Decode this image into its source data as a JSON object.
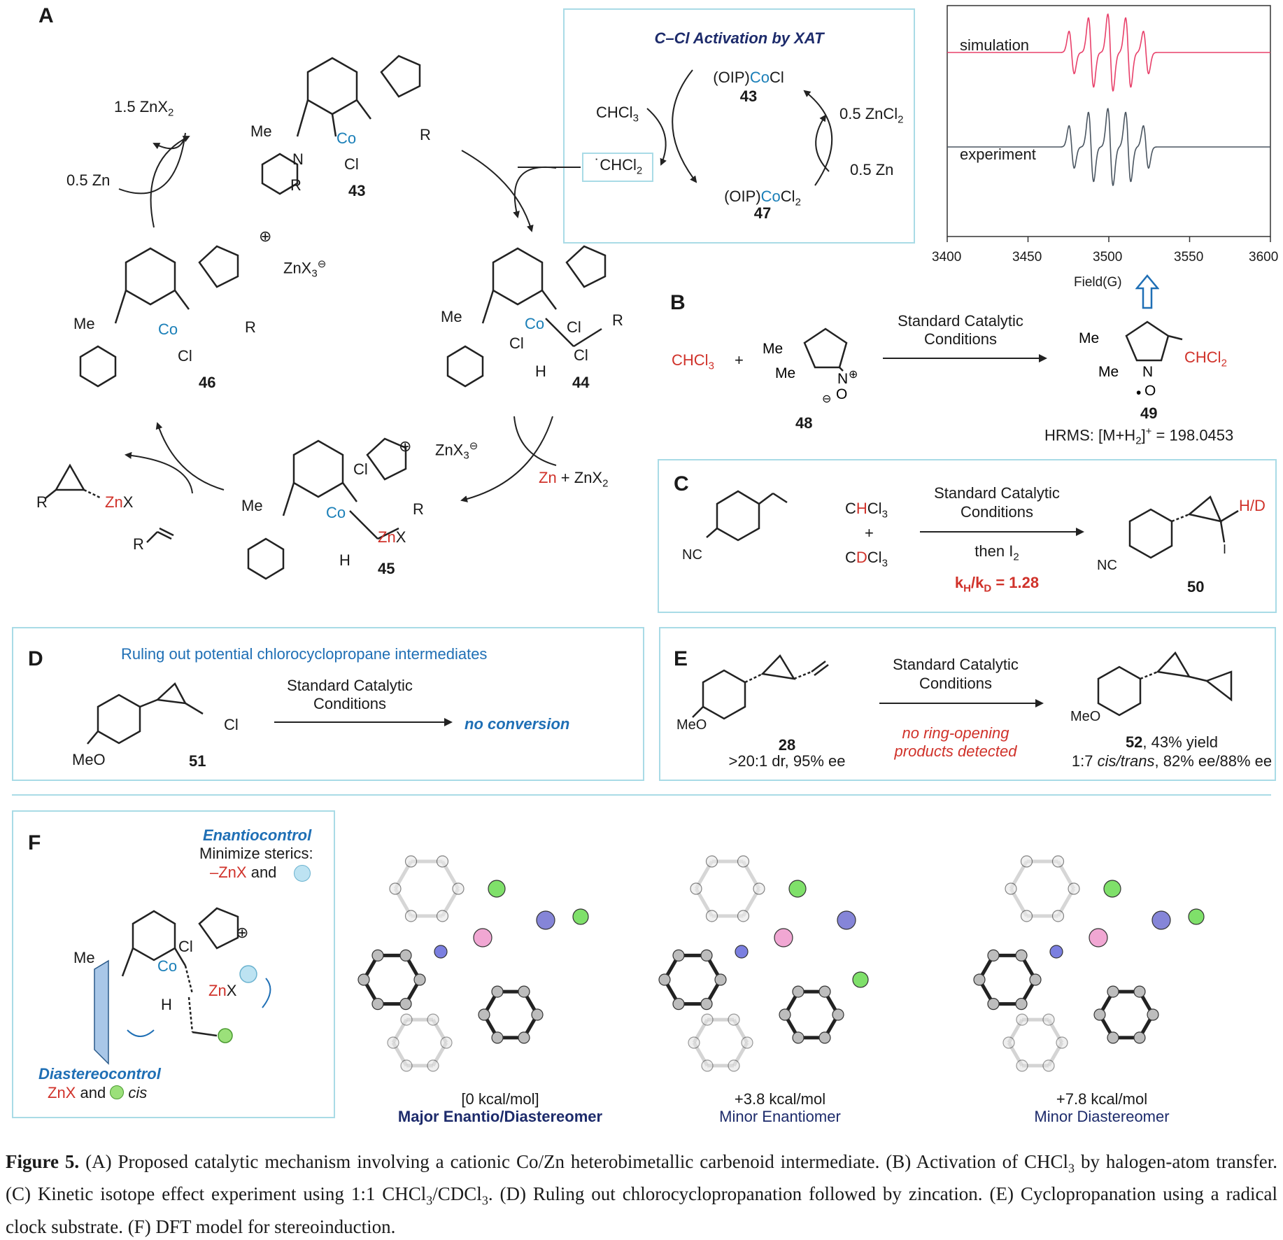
{
  "panelA": {
    "letter": "A",
    "xat_title": "C–Cl Activation by XAT",
    "reagent_top_left": "1.5 ZnX",
    "reagent_zn_left": "0.5 Zn",
    "cmpd_43": "43",
    "cmpd_44": "44",
    "cmpd_45": "45",
    "cmpd_46": "46",
    "me": "Me",
    "r": "R",
    "cl": "Cl",
    "h": "H",
    "zn_x": "ZnX",
    "znx3": "ZnX",
    "zn_plus_znx2": "Zn + ZnX",
    "chcl3": "CHCl",
    "chcl2_radical": "CHCl",
    "oip_cocl": "(OIP)CoCl",
    "oip_cocl2": "(OIP)CoCl",
    "zncl2": "0.5 ZnCl",
    "zn_half": "0.5 Zn",
    "cmpd_47": "47"
  },
  "epr": {
    "simulation_label": "simulation",
    "experiment_label": "experiment",
    "xlabel": "Field(G)",
    "xticks": [
      "3400",
      "3450",
      "3500",
      "3550",
      "3600"
    ]
  },
  "panelB": {
    "letter": "B",
    "chcl3": "CHCl",
    "plus": "+",
    "conditions_1": "Standard Catalytic",
    "conditions_2": "Conditions",
    "cmpd_48": "48",
    "cmpd_49": "49",
    "product_sub": "CHCl",
    "hrms": "HRMS: [M+H",
    "hrms_value": " = 198.0453"
  },
  "panelC": {
    "letter": "C",
    "chcl3": "CHCl",
    "cdcl3": "CDCl",
    "plus": "+",
    "conditions_1": "Standard Catalytic",
    "conditions_2": "Conditions",
    "then": "then I",
    "kie": "k",
    "kie_value": " = 1.28",
    "nc": "NC",
    "hd": "H/D",
    "i": "I",
    "cmpd_50": "50"
  },
  "panelD": {
    "letter": "D",
    "title": "Ruling out potential chlorocyclopropane intermediates",
    "conditions_1": "Standard Catalytic",
    "conditions_2": "Conditions",
    "result": "no conversion",
    "meo": "MeO",
    "cl": "Cl",
    "cmpd_51": "51"
  },
  "panelE": {
    "letter": "E",
    "conditions_1": "Standard Catalytic",
    "conditions_2": "Conditions",
    "note_1": "no ring-opening",
    "note_2": "products detected",
    "meo": "MeO",
    "cmpd_28": "28",
    "cmpd_28_detail": ">20:1 dr, 95% ee",
    "cmpd_52": "52",
    "yield": ", 43% yield",
    "ratio_a": "1:7 ",
    "ratio_b": "cis/trans",
    "ratio_c": ", 82% ee/88% ee"
  },
  "panelF": {
    "letter": "F",
    "enantio_title": "Enantiocontrol",
    "enantio_line": "Minimize sterics:",
    "enantio_znx": "–ZnX",
    "enantio_and": " and",
    "diastereo_title": "Diastereocontrol",
    "diastereo_znx": "ZnX",
    "diastereo_and": " and ",
    "diastereo_cis": "cis",
    "structures": [
      {
        "energy": "[0 kcal/mol]",
        "label": "Major Enantio/Diastereomer"
      },
      {
        "energy": "+3.8 kcal/mol",
        "label": "Minor Enantiomer"
      },
      {
        "energy": "+7.8 kcal/mol",
        "label": "Minor Diastereomer"
      }
    ]
  },
  "caption": {
    "fig": "Figure 5.",
    "a": " (A) Proposed catalytic mechanism involving a cationic Co/Zn heterobimetallic carbenoid intermediate. (B) Activation of CHCl",
    "b": " by halogen-atom transfer. (C) Kinetic isotope effect experiment using 1:1 CHCl",
    "c": "/CDCl",
    "d": ". (D) Ruling out chlorocyclopropanation followed by zincation. (E) Cyclopropanation using a radical clock substrate. (F) DFT model for stereoinduction."
  },
  "colors": {
    "box_border": "#a9dbe6",
    "red": "#d0322a",
    "blue": "#1f6fb5",
    "navy": "#1d2b6b",
    "sim": "#e8406a",
    "exp": "#4a5560"
  }
}
